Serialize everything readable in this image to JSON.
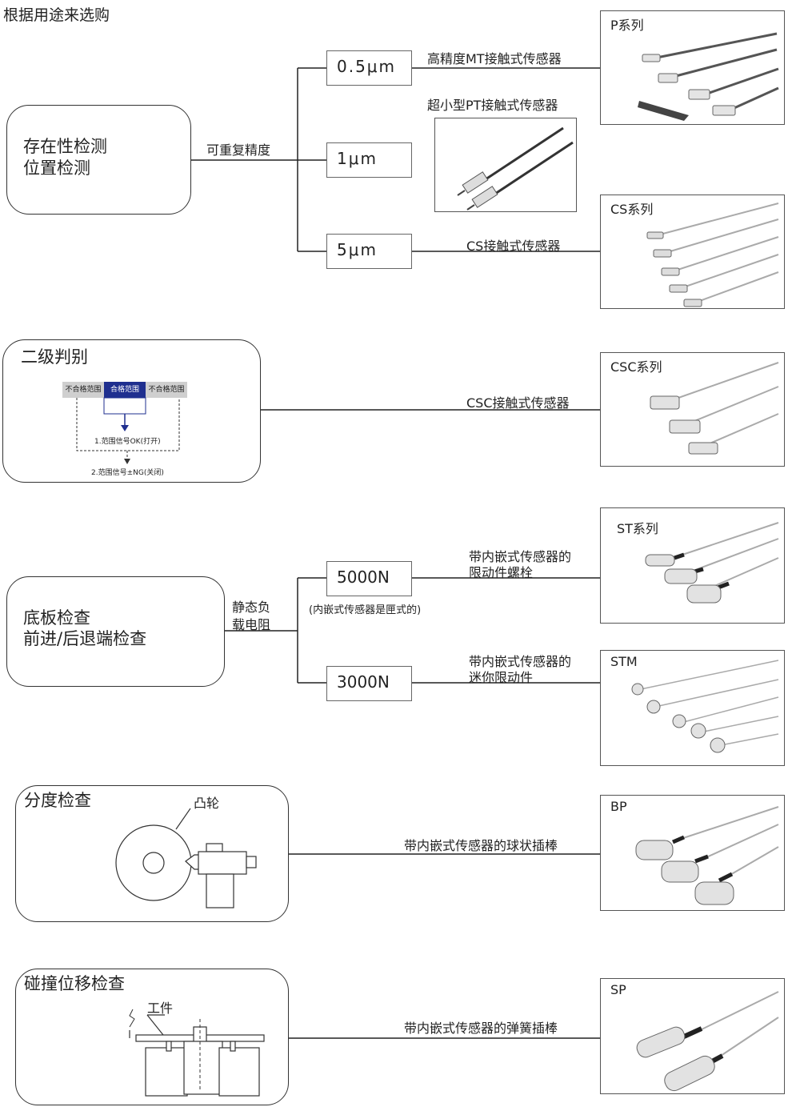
{
  "page_title": "根据用途来选购",
  "groups": {
    "presence": {
      "title_line1": "存在性检测",
      "title_line2": "位置检测",
      "param_label": "可重复精度",
      "values": [
        "0.5μm",
        "1μm",
        "5μm"
      ],
      "connectors": [
        "高精度MT接触式传感器",
        "超小型PT接触式传感器",
        "CS接触式传感器"
      ],
      "products": [
        "P系列",
        "CS系列"
      ]
    },
    "twolevel": {
      "title": "二级判别",
      "zones": [
        "不合格范围",
        "合格范围",
        "不合格范围"
      ],
      "signal1": "1.范围信号OK(打开)",
      "signal2": "2.范围信号±NG(关闭)",
      "connector": "CSC接触式传感器",
      "product": "CSC系列"
    },
    "base": {
      "title_line1": "底板检查",
      "title_line2": "前进/后退端检查",
      "param_line1": "静态负",
      "param_line2": "载电阻",
      "values": [
        "5000N",
        "3000N"
      ],
      "note": "(内嵌式传感器是匣式的)",
      "connector1_line1": "带内嵌式传感器的",
      "connector1_line2": "限动件螺栓",
      "connector2_line1": "带内嵌式传感器的",
      "connector2_line2": "迷你限动件",
      "products": [
        "ST系列",
        "STM"
      ]
    },
    "index": {
      "title": "分度检查",
      "cam_label": "凸轮",
      "connector": "带内嵌式传感器的球状插棒",
      "product": "BP"
    },
    "collision": {
      "title": "碰撞位移检查",
      "work_label": "工件",
      "connector": "带内嵌式传感器的弹簧插棒",
      "product": "SP"
    }
  },
  "colors": {
    "accent_blue": "#1f2f8f",
    "zone_grey": "#cfcfcf",
    "line": "#222222"
  }
}
